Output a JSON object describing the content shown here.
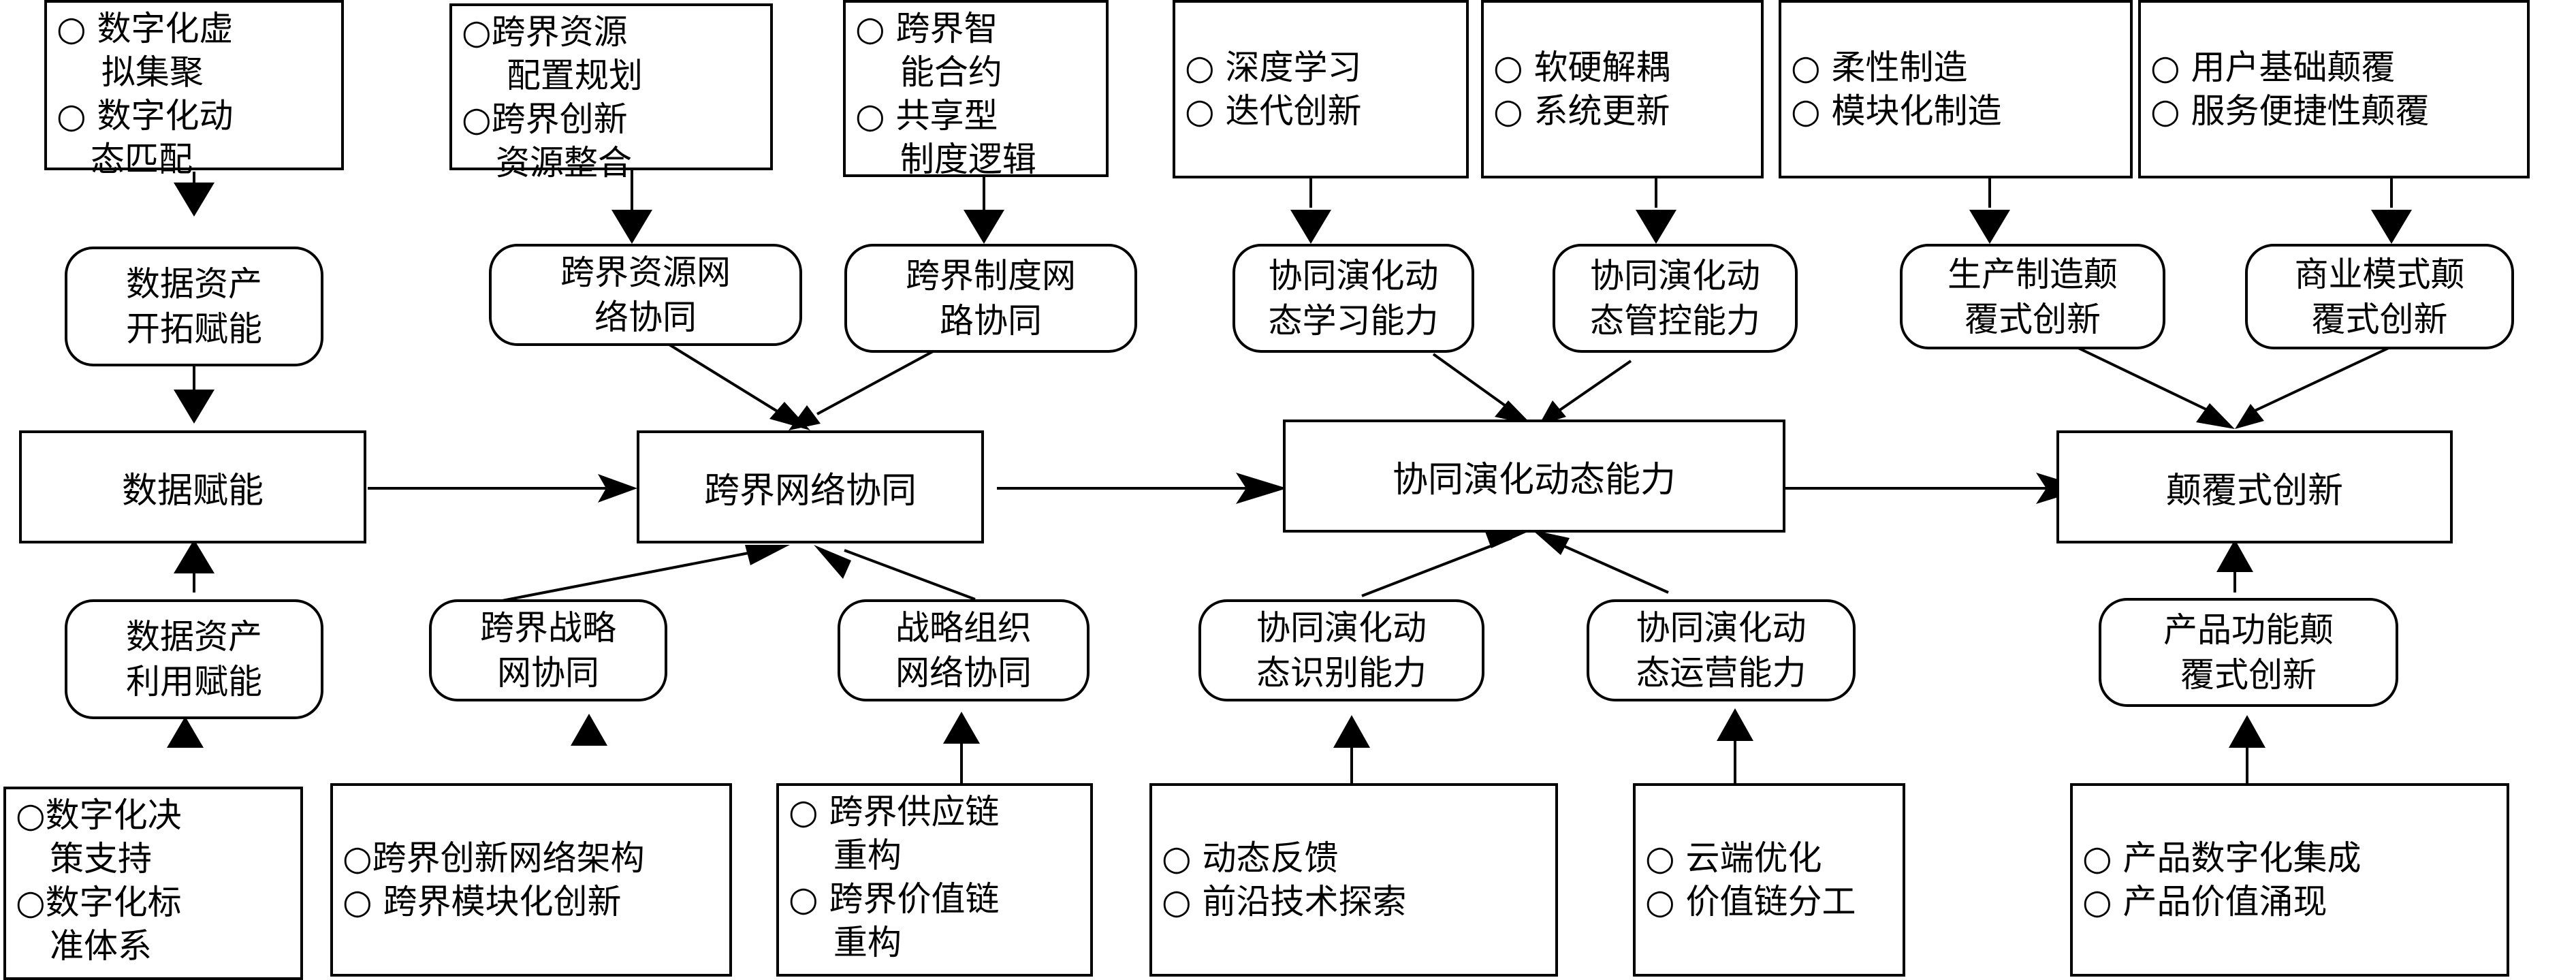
{
  "main": {
    "n1": "数据赋能",
    "n2": "跨界网络协同",
    "n3": "协同演化动态能力",
    "n4": "颠覆式创新"
  },
  "sub": {
    "a1": [
      "数据资产",
      "开拓赋能"
    ],
    "a2": [
      "数据资产",
      "利用赋能"
    ],
    "b1": [
      "跨界资源网",
      "络协同"
    ],
    "b2": [
      "跨界制度网",
      "路协同"
    ],
    "b3": [
      "跨界战略",
      "网协同"
    ],
    "b4": [
      "战略组织",
      "网络协同"
    ],
    "c1": [
      "协同演化动",
      "态学习能力"
    ],
    "c2": [
      "协同演化动",
      "态管控能力"
    ],
    "c3": [
      "协同演化动",
      "态识别能力"
    ],
    "c4": [
      "协同演化动",
      "态运营能力"
    ],
    "d1": [
      "生产制造颠",
      "覆式创新"
    ],
    "d2": [
      "商业模式颠",
      "覆式创新"
    ],
    "d3": [
      "产品功能颠",
      "覆式创新"
    ]
  },
  "detail": {
    "a_top": [
      "○ 数字化虚\n　 拟集聚",
      "○ 数字化动\n　态匹配"
    ],
    "a_bot": [
      "○数字化决\n　策支持",
      "○数字化标\n　准体系"
    ],
    "b_top1": [
      "○跨界资源\n　 配置规划",
      "○跨界创新\n　资源整合"
    ],
    "b_top2": [
      "○ 跨界智\n　 能合约",
      "○ 共享型\n　 制度逻辑"
    ],
    "b_bot1": [
      "○跨界创新网络架构",
      "○ 跨界模块化创新"
    ],
    "b_bot2": [
      "○ 跨界供应链\n　 重构",
      "○ 跨界价值链\n　 重构"
    ],
    "c_top1": [
      "○ 深度学习",
      "○ 迭代创新"
    ],
    "c_top2": [
      "○ 软硬解耦",
      "○ 系统更新"
    ],
    "c_bot1": [
      "○ 动态反馈",
      "○ 前沿技术探索"
    ],
    "c_bot2": [
      "○ 云端优化",
      "○ 价值链分工"
    ],
    "d_top1": [
      "○ 柔性制造",
      "○ 模块化制造"
    ],
    "d_top2": [
      "○ 用户基础颠覆",
      "○ 服务便捷性颠覆"
    ],
    "d_bot": [
      "○ 产品数字化集成",
      "○ 产品价值涌现"
    ]
  },
  "colors": {
    "line": "#000000",
    "background": "#ffffff"
  }
}
